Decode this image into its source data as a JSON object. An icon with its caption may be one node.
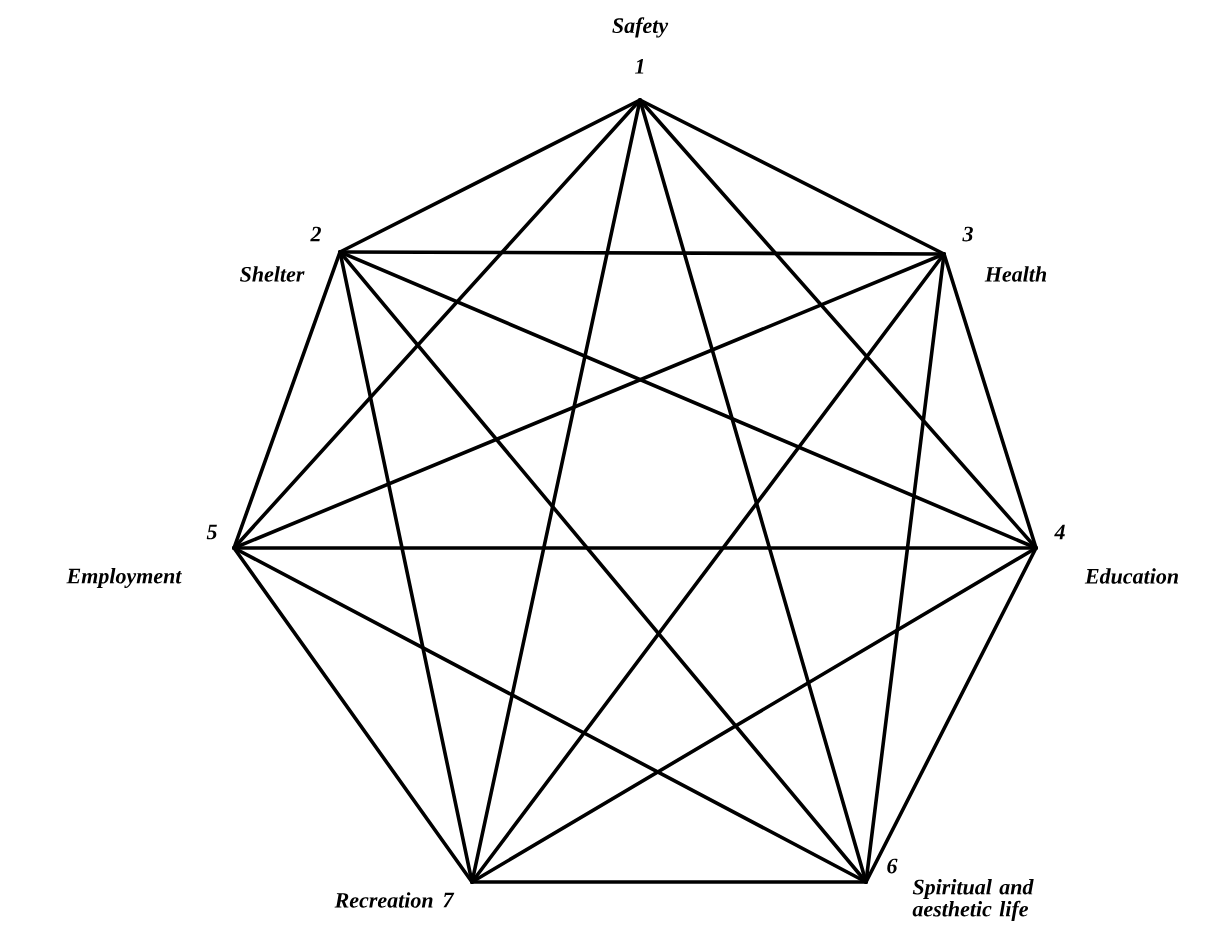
{
  "diagram": {
    "nodes": [
      {
        "text": [
          "Safety",
          "1"
        ]
      },
      {
        "text": [
          "2",
          "Shelter"
        ]
      },
      {
        "text": [
          "3",
          "Health"
        ]
      },
      {
        "text": [
          "4",
          "Education"
        ]
      },
      {
        "text": [
          "5",
          "Employment"
        ]
      },
      {
        "text": [
          "6",
          "Spiritual and aesthetic life"
        ]
      },
      {
        "text": [
          "Recreation",
          "7"
        ]
      }
    ],
    "edges": [
      {
        "from": 0,
        "to": 1,
        "arrow": "none"
      },
      {
        "from": 0,
        "to": 2,
        "arrow": "none"
      },
      {
        "from": 0,
        "to": 3,
        "arrow": "none"
      },
      {
        "from": 0,
        "to": 4,
        "arrow": "none"
      },
      {
        "from": 0,
        "to": 5,
        "arrow": "none"
      },
      {
        "from": 0,
        "to": 6,
        "arrow": "none"
      },
      {
        "from": 1,
        "to": 2,
        "arrow": "none"
      },
      {
        "from": 1,
        "to": 3,
        "arrow": "none"
      },
      {
        "from": 1,
        "to": 4,
        "arrow": "none"
      },
      {
        "from": 1,
        "to": 5,
        "arrow": "none"
      },
      {
        "from": 1,
        "to": 6,
        "arrow": "none"
      },
      {
        "from": 2,
        "to": 3,
        "arrow": "none"
      },
      {
        "from": 2,
        "to": 4,
        "arrow": "none"
      },
      {
        "from": 2,
        "to": 5,
        "arrow": "none"
      },
      {
        "from": 2,
        "to": 6,
        "arrow": "none"
      },
      {
        "from": 3,
        "to": 4,
        "arrow": "none"
      },
      {
        "from": 3,
        "to": 5,
        "arrow": "none"
      },
      {
        "from": 3,
        "to": 6,
        "arrow": "none"
      },
      {
        "from": 4,
        "to": 5,
        "arrow": "none"
      },
      {
        "from": 4,
        "to": 6,
        "arrow": "none"
      },
      {
        "from": 5,
        "to": 6,
        "arrow": "none"
      }
    ]
  }
}
